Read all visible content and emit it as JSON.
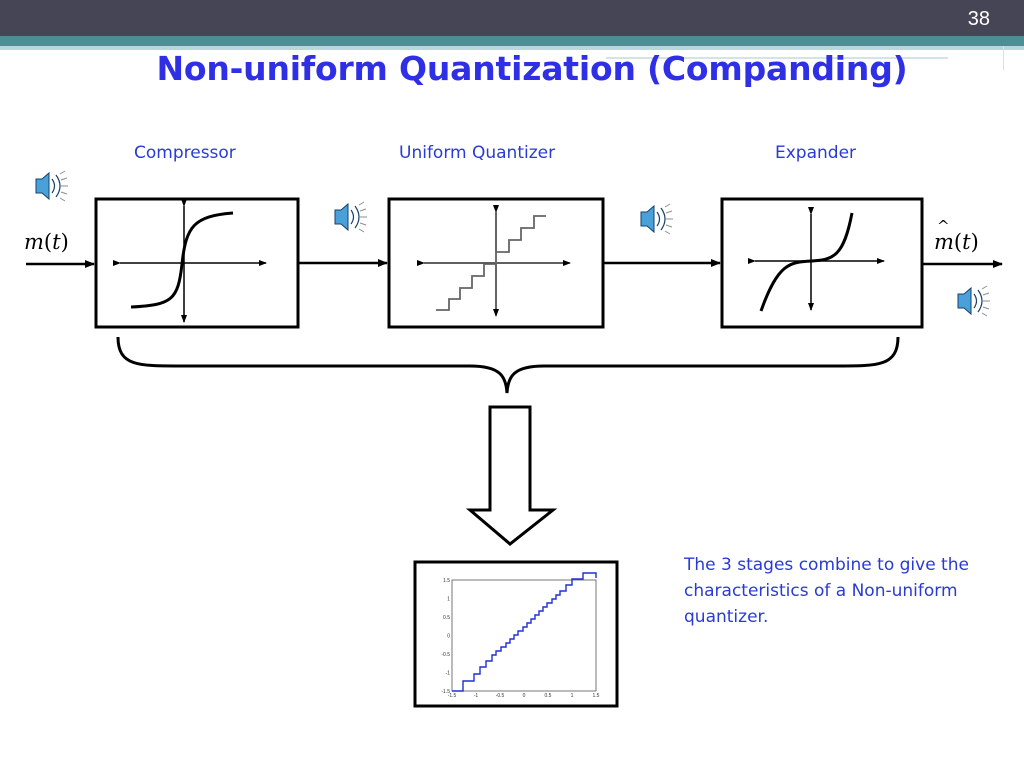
{
  "slide": {
    "number": "38",
    "title": "Non-uniform Quantization (Companding)"
  },
  "blocks": {
    "compressor_label": "Compressor",
    "quantizer_label": "Uniform Quantizer",
    "expander_label": "Expander"
  },
  "signals": {
    "input_var": "m",
    "input_arg": "t",
    "output_var": "m",
    "output_arg": "t"
  },
  "description": "The 3 stages combine to give the characteristics of a Non-uniform quantizer.",
  "result_plot": {
    "y_ticks": [
      "1.5",
      "1",
      "0.5",
      "0",
      "-0.5",
      "-1",
      "-1.5"
    ],
    "x_ticks": [
      "-1.5",
      "-1",
      "-0.5",
      "0",
      "0.5",
      "1",
      "1.5"
    ],
    "line_color": "#1f2fd6"
  },
  "icons": [
    "speaker-icon"
  ]
}
